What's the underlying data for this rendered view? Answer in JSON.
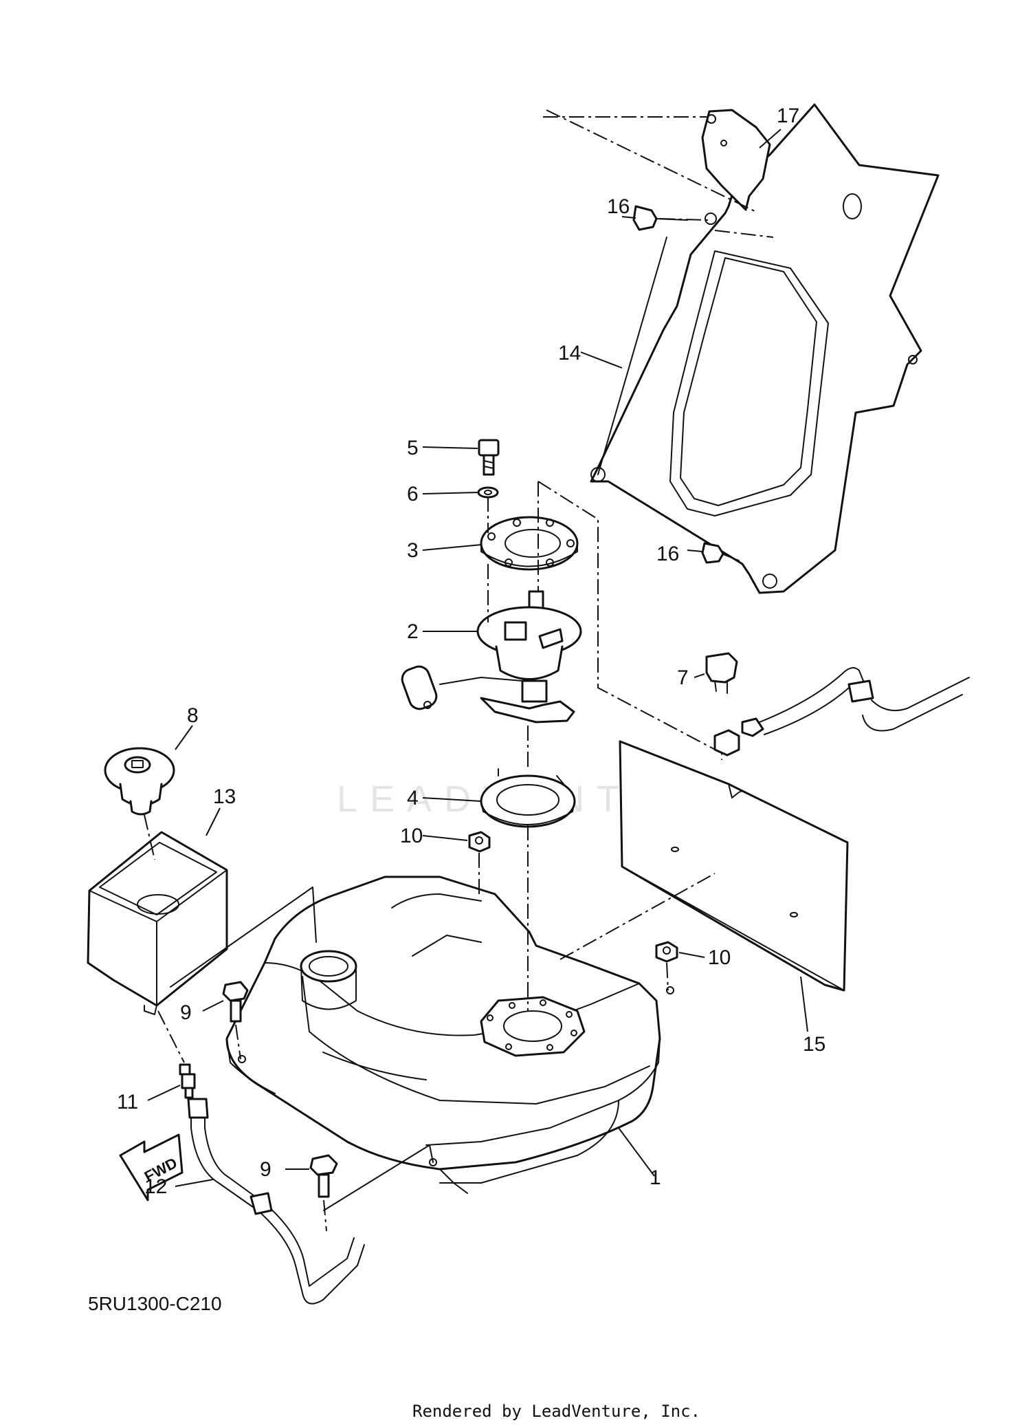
{
  "diagram": {
    "drawing_code": "5RU1300-C210",
    "credit": "Rendered by LeadVenture, Inc.",
    "watermark": "LEADVENTURE",
    "fwd_label": "FWD",
    "callouts": [
      "1",
      "2",
      "3",
      "4",
      "5",
      "6",
      "7",
      "8",
      "9",
      "9",
      "10",
      "10",
      "11",
      "12",
      "13",
      "14",
      "15",
      "16",
      "16",
      "17"
    ]
  }
}
